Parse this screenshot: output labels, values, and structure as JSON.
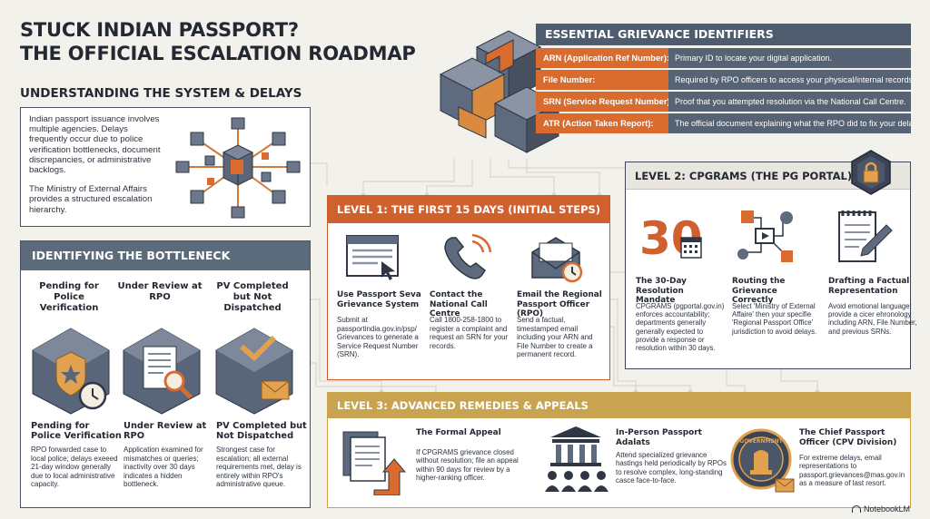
{
  "header": {
    "title_line1": "STUCK INDIAN PASSPORT?",
    "title_line2": "THE OFFICIAL ESCALATION ROADMAP"
  },
  "understanding": {
    "heading": "UNDERSTANDING THE SYSTEM & DELAYS",
    "paragraph1": "Indian passport issuance involves multiple agencies. Delays frequently occur due to police verification bottlenecks, document discrepancies, or administrative backlogs.",
    "paragraph2": "The Ministry of External Affairs provides a structured escalation hierarchy."
  },
  "bottleneck": {
    "heading": "IDENTIFYING THE BOTTLENECK",
    "items": [
      {
        "label": "Pending for Police Verification",
        "title": "Pending for Police Verification",
        "description": "RPO forwarded case to local police; delays exeeed 21-day window generally due to local administrative capacity.",
        "icon": "police-badge-clock-icon"
      },
      {
        "label": "Under Review at RPO",
        "title": "Under Review at RPO",
        "description": "Application examined for mismatches or queries; inactivity over 30 days indicates a hidden bottleneck.",
        "icon": "document-magnifier-icon"
      },
      {
        "label": "PV Completed but Not Dispatched",
        "title": "PV Completed but Not Dispatched",
        "description": "Strongest case for escalation; all external requirements met, delay is entirely within RPO's administrative queue.",
        "icon": "checked-box-envelope-icon"
      }
    ]
  },
  "identifiers": {
    "heading": "ESSENTIAL GRIEVANCE IDENTIFIERS",
    "rows": [
      {
        "label": "ARN (Application Ref Number):",
        "value": "Primary ID to locate your digital application."
      },
      {
        "label": "File Number:",
        "value": "Required by RPO officers to access your physical/internal records."
      },
      {
        "label": "SRN (Service Request Number):",
        "value": "Proof that you attempted resolution via the National Call Centre."
      },
      {
        "label": "ATR (Action Taken Report):",
        "value": "The official document explaining what the RPO did to fix your delay."
      }
    ]
  },
  "level1": {
    "heading": "LEVEL 1: THE FIRST 15 DAYS (INITIAL STEPS)",
    "items": [
      {
        "title": "Use Passport Seva Grievance System",
        "description": "Submit at passportindia.gov.in/psp/ Grievances to generate a Service Request Number (SRN).",
        "icon": "browser-window-icon"
      },
      {
        "title": "Contact the National Call Centre",
        "description": "Call 1800-258-1800 to register a complaint and request an SRN for your records.",
        "icon": "phone-icon"
      },
      {
        "title": "Email the Regional Passport Officer (RPO)",
        "description": "Send a factual, timestamped email including your ARN and File Number to create a permanent record.",
        "icon": "envelope-clock-icon"
      }
    ]
  },
  "level2": {
    "heading": "LEVEL 2: CPGRAMS (THE PG PORTAL)",
    "big_number": "30",
    "items": [
      {
        "title": "The 30-Day Resolution Mandate",
        "description": "CPGRAMS (pgportal.gov.in) enforces accountability; departments generally generally expected to provide a response or resolution within 30 days.",
        "icon": "calendar-30-icon"
      },
      {
        "title": "Routing the Grievance Correctly",
        "description": "Select 'Ministry of External Affaire' then your specifie 'Regional Passport Office' jurisdiction to avoid delays.",
        "icon": "routing-flow-icon"
      },
      {
        "title": "Drafting a Factual Representation",
        "description": "Avoid emotional language; provide a cicer ehronology including ARN, File Number, and previous SRNs.",
        "icon": "clipboard-pen-icon"
      }
    ]
  },
  "level3": {
    "heading": "LEVEL 3: ADVANCED REMEDIES & APPEALS",
    "seal_text": "GOVERNMENT",
    "items": [
      {
        "title": "The Formal Appeal",
        "description": "If CPGRAMS grievance closed without resolution; file an appeal within 90 days for review by a higher-ranking officer.",
        "icon": "documents-arrow-icon"
      },
      {
        "title": "In-Person Passport Adalats",
        "description": "Attend specialized grievance hastings held periodically by RPOs to resolve complex, long-standing casce face-to-face.",
        "icon": "courthouse-people-icon"
      },
      {
        "title": "The Chief Passport Officer (CPV Division)",
        "description": "For extreme delays, email representations to passport.grievances@mas.gov.in as a measure of last resort.",
        "icon": "government-seal-icon"
      }
    ]
  },
  "footer": {
    "brand": "NotebookLM"
  },
  "colors": {
    "orange": "#d0602e",
    "slate": "#566375",
    "gold": "#c8a350",
    "navy": "#2f3a4f",
    "background": "#f3f1ec"
  }
}
